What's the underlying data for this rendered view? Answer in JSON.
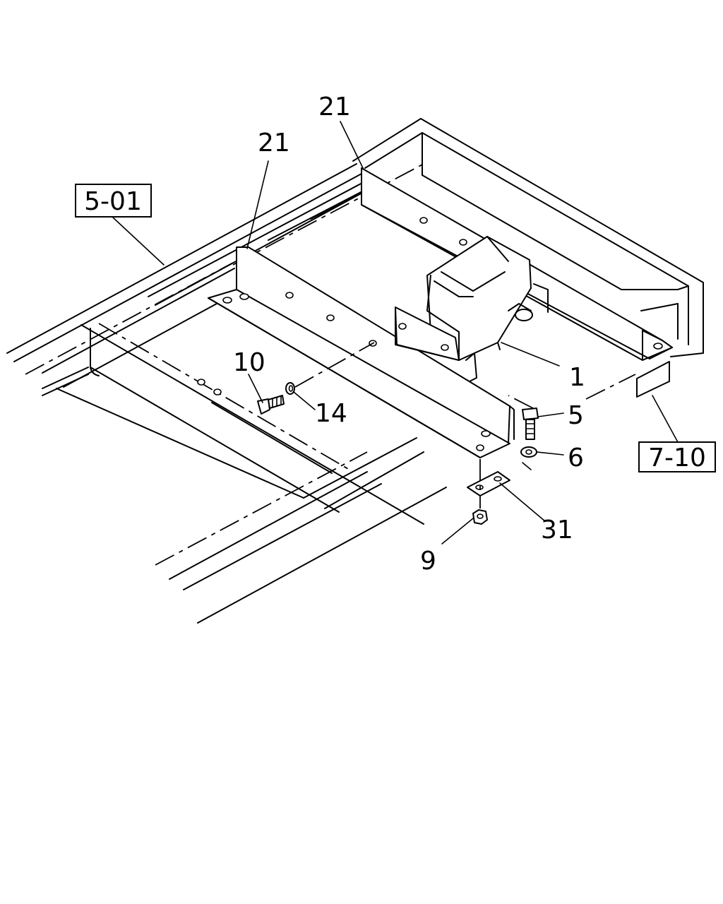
{
  "diagram": {
    "refs": {
      "frame_ref": "5-01",
      "other_ref": "7-10"
    },
    "callouts": {
      "c21a": "21",
      "c21b": "21",
      "c1": "1",
      "c5": "5",
      "c6": "6",
      "c9": "9",
      "c10": "10",
      "c14": "14",
      "c31": "31"
    }
  }
}
